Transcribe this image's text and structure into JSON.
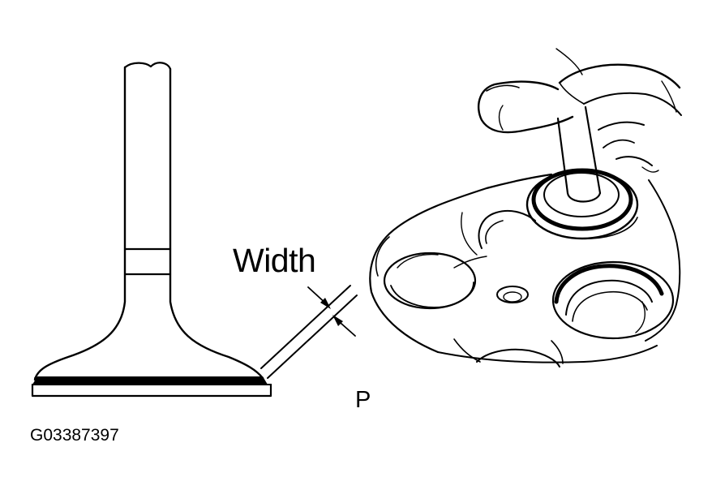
{
  "figure": {
    "labels": {
      "width": "Width",
      "point": "P",
      "code": "G03387397"
    },
    "colors": {
      "ink": "#000000",
      "paper": "#ffffff"
    }
  }
}
